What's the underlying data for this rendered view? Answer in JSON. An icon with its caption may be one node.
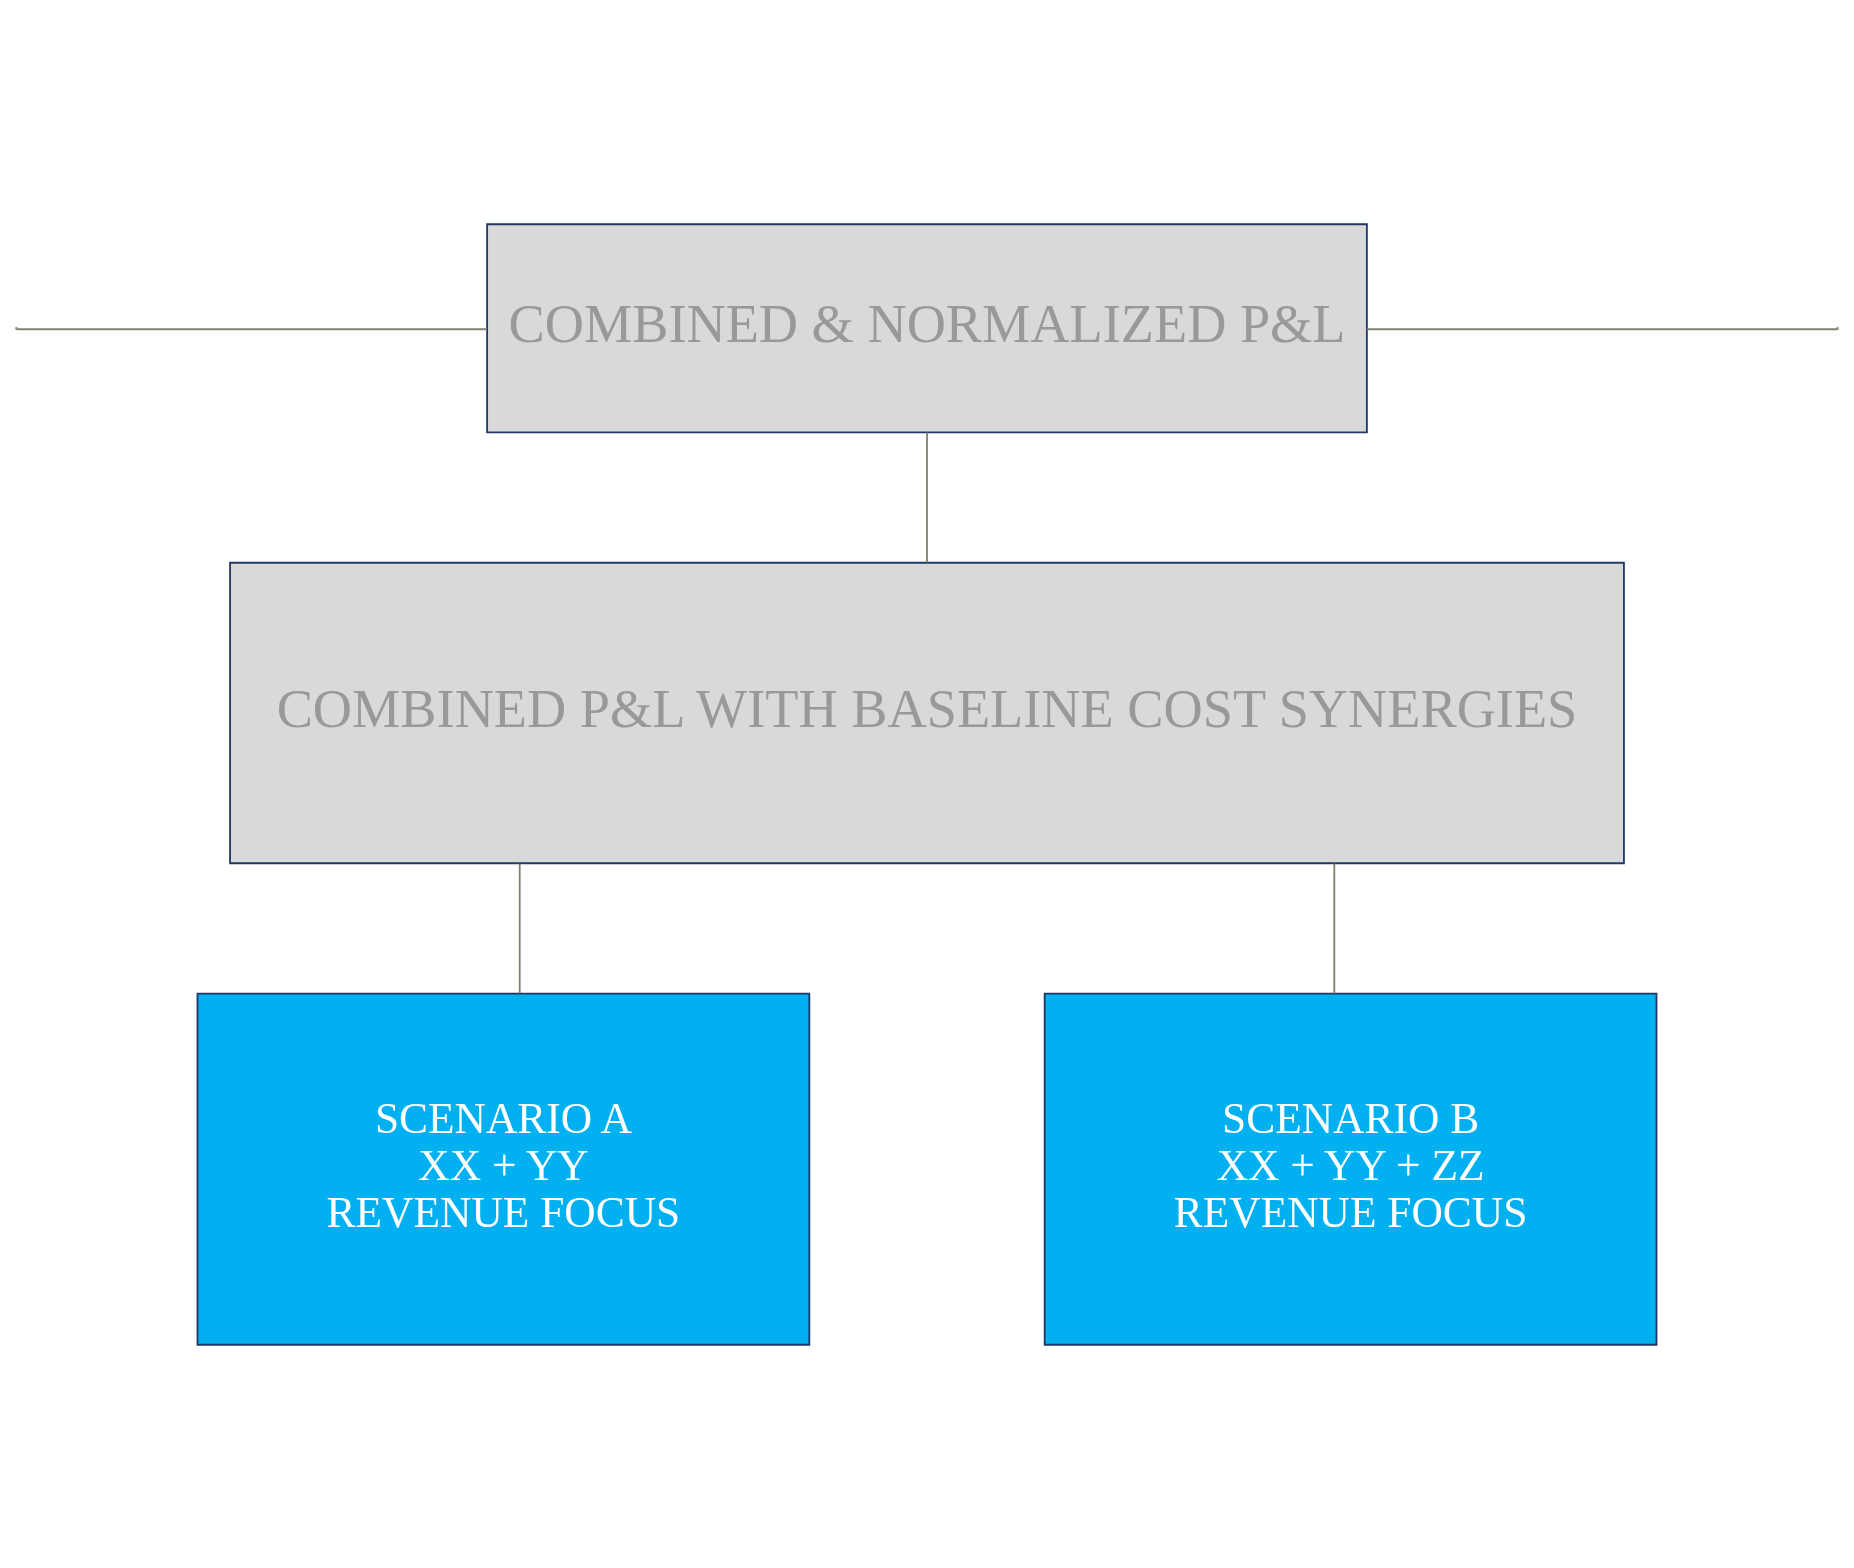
{
  "diagram": {
    "nodes": [
      {
        "text": [
          "COMBINED & NORMALIZED P&L"
        ]
      },
      {
        "text": [
          "COMBINED P&L WITH BASELINE COST SYNERGIES"
        ]
      },
      {
        "text": [
          "SCENARIO A",
          "XX + YY",
          "REVENUE FOCUS"
        ]
      },
      {
        "text": [
          "SCENARIO B",
          "XX + YY + ZZ",
          "REVENUE FOCUS"
        ]
      }
    ],
    "edges": [
      {
        "from": null,
        "to": 0,
        "arrow": "none"
      },
      {
        "from": 0,
        "to": null,
        "arrow": "none"
      },
      {
        "from": 0,
        "to": 1,
        "arrow": "none"
      },
      {
        "from": 1,
        "to": 2,
        "arrow": "none"
      },
      {
        "from": 1,
        "to": 3,
        "arrow": "none"
      }
    ]
  }
}
